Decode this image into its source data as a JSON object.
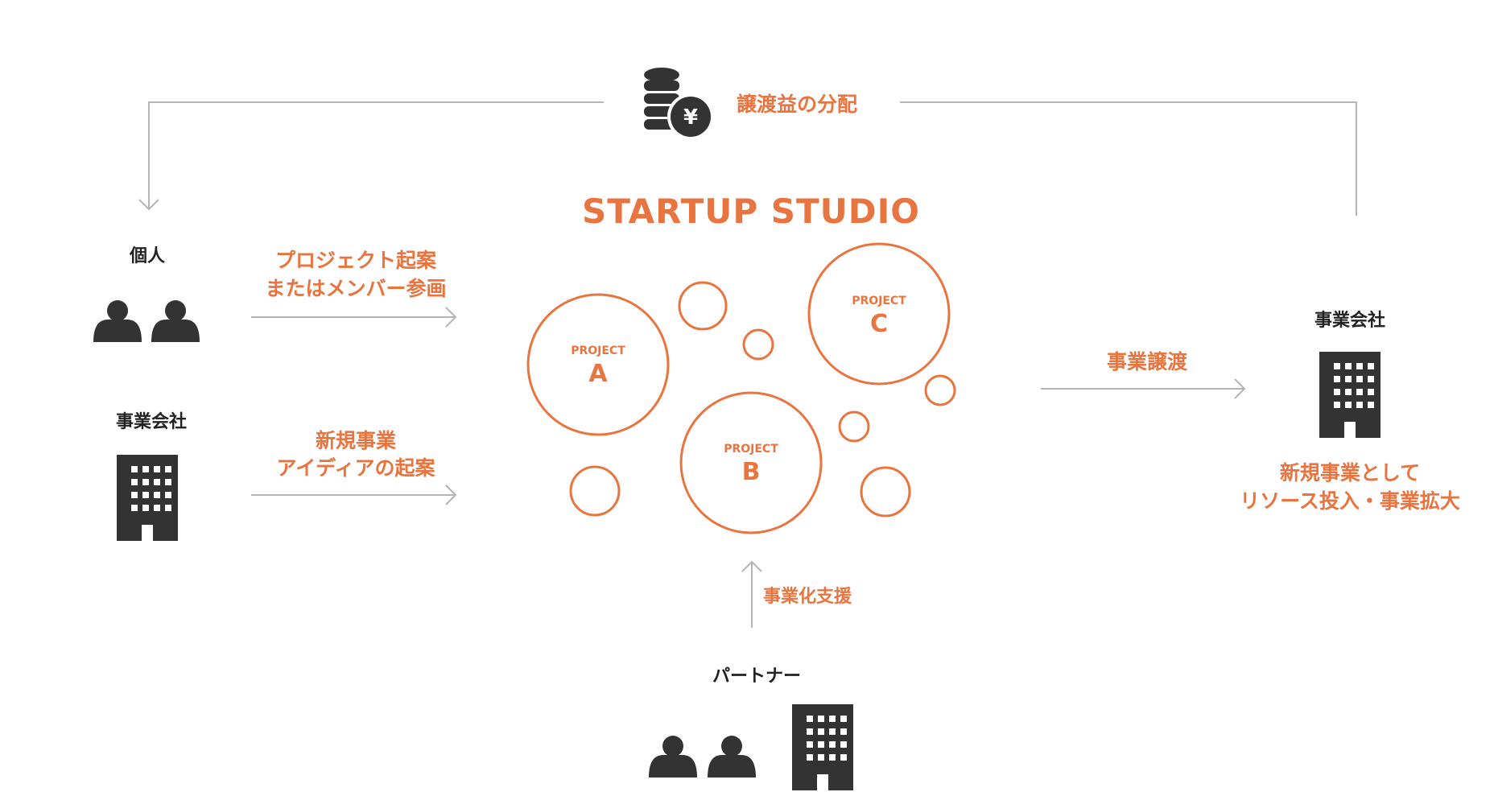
{
  "colors": {
    "accent": "#e8743f",
    "line": "#b4b4b4",
    "icon": "#333333"
  },
  "icons": {
    "coins": "coin-stack-yen-icon",
    "person": "person-icon",
    "building": "office-building-icon"
  },
  "distribution": {
    "label": "譲渡益の分配",
    "currency_symbol": "¥"
  },
  "studio": {
    "title": "STARTUP STUDIO",
    "projects": [
      {
        "caption": "PROJECT",
        "letter": "A"
      },
      {
        "caption": "PROJECT",
        "letter": "B"
      },
      {
        "caption": "PROJECT",
        "letter": "C"
      }
    ]
  },
  "left": {
    "individual": {
      "label": "個人",
      "arrow_line1": "プロジェクト起案",
      "arrow_line2": "またはメンバー参画"
    },
    "company": {
      "label": "事業会社",
      "arrow_line1": "新規事業",
      "arrow_line2": "アイディアの起案"
    }
  },
  "right": {
    "arrow_label": "事業譲渡",
    "company": {
      "label": "事業会社",
      "caption_line1": "新規事業として",
      "caption_line2": "リソース投入・事業拡大"
    }
  },
  "bottom": {
    "arrow_label": "事業化支援",
    "partner_label": "パートナー"
  }
}
